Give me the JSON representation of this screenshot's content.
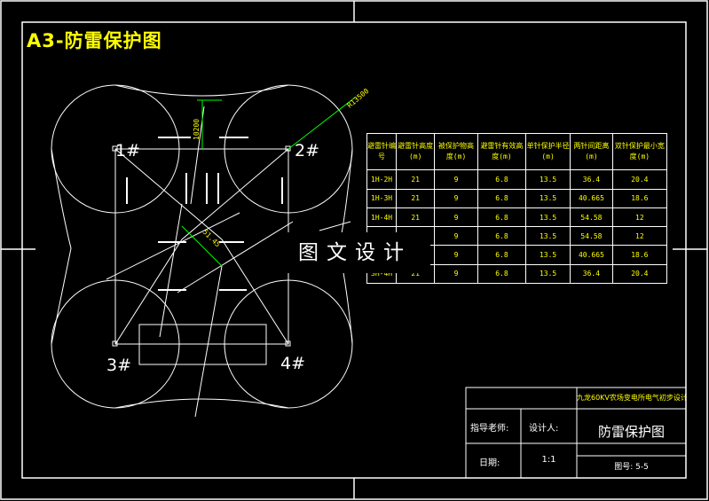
{
  "drawing_title": "A3-防雷保护图",
  "rods": [
    "1#",
    "2#",
    "3#",
    "4#"
  ],
  "dimensions": {
    "vertical": "10200",
    "radius_label": "R13500",
    "diagonal": "51.45"
  },
  "spec_table": {
    "headers": [
      "避雷针编号",
      "避雷针高度(m)",
      "被保护物高度(m)",
      "避雷针有效高度(m)",
      "单针保护半径(m)",
      "两针间距离(m)",
      "双针保护最小宽度(m)"
    ],
    "rows": [
      [
        "1H-2H",
        "21",
        "9",
        "6.8",
        "13.5",
        "36.4",
        "20.4"
      ],
      [
        "1H-3H",
        "21",
        "9",
        "6.8",
        "13.5",
        "40.665",
        "18.6"
      ],
      [
        "1H-4H",
        "21",
        "9",
        "6.8",
        "13.5",
        "54.58",
        "12"
      ],
      [
        "",
        "",
        "9",
        "6.8",
        "13.5",
        "54.58",
        "12"
      ],
      [
        "",
        "",
        "9",
        "6.8",
        "13.5",
        "40.665",
        "18.6"
      ],
      [
        "3H-4H",
        "21",
        "9",
        "6.8",
        "13.5",
        "36.4",
        "20.4"
      ]
    ]
  },
  "watermark": "图文设计",
  "title_block": {
    "project": "九龙60KV农场变电所电气初步设计",
    "advisor_label": "指导老师:",
    "designer_label": "设计人:",
    "drawing_name": "防雷保护图",
    "date_label": "日期:",
    "scale": "1:1",
    "drawing_no": "图号: 5-5"
  },
  "colors": {
    "background": "#000000",
    "lines": "#ffffff",
    "text": "#ffff00",
    "dimension": "#00ff00"
  }
}
